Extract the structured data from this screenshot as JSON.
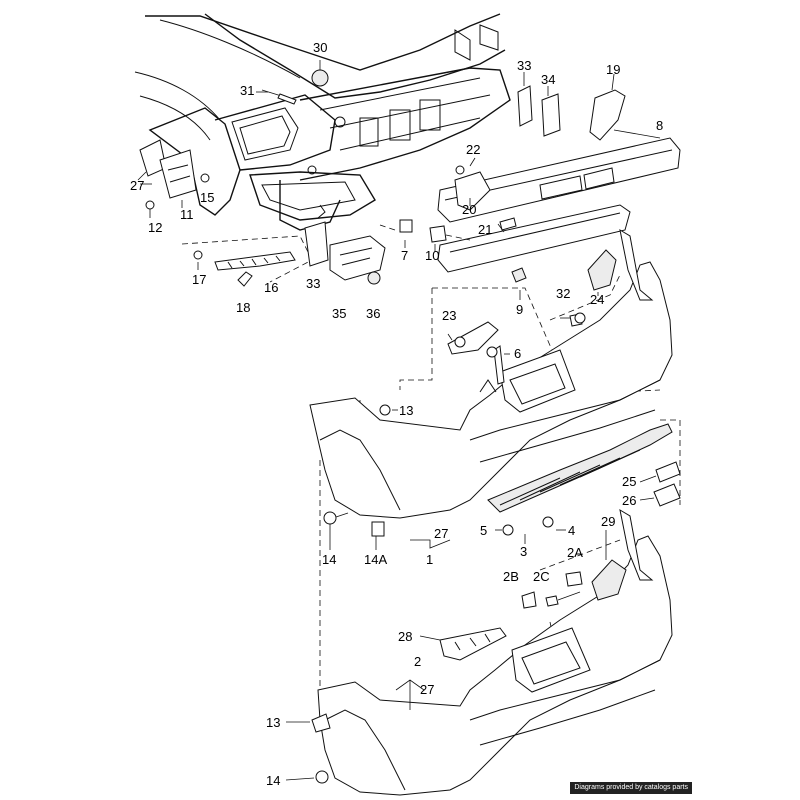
{
  "labels": {
    "l30": "30",
    "l31": "31",
    "l33a": "33",
    "l34": "34",
    "l19": "19",
    "l8": "8",
    "l27a": "27",
    "l11": "11",
    "l15": "15",
    "l12": "12",
    "l22": "22",
    "l20": "20",
    "l21": "21",
    "l7": "7",
    "l10": "10",
    "l17": "17",
    "l16": "16",
    "l18": "18",
    "l33b": "33",
    "l35": "35",
    "l36": "36",
    "l9": "9",
    "l24": "24",
    "l32": "32",
    "l23": "23",
    "l6": "6",
    "l13a": "13",
    "l25": "25",
    "l26": "26",
    "l27b": "27",
    "l1": "1",
    "l5": "5",
    "l4": "4",
    "l3": "3",
    "l14a": "14",
    "l14A": "14A",
    "l29": "29",
    "l2A": "2A",
    "l2B": "2B",
    "l2C": "2C",
    "l28": "28",
    "l2": "2",
    "l27c": "27",
    "l13b": "13",
    "l14b": "14"
  },
  "footer": {
    "credit": "Diagrams provided by catalogs parts"
  }
}
